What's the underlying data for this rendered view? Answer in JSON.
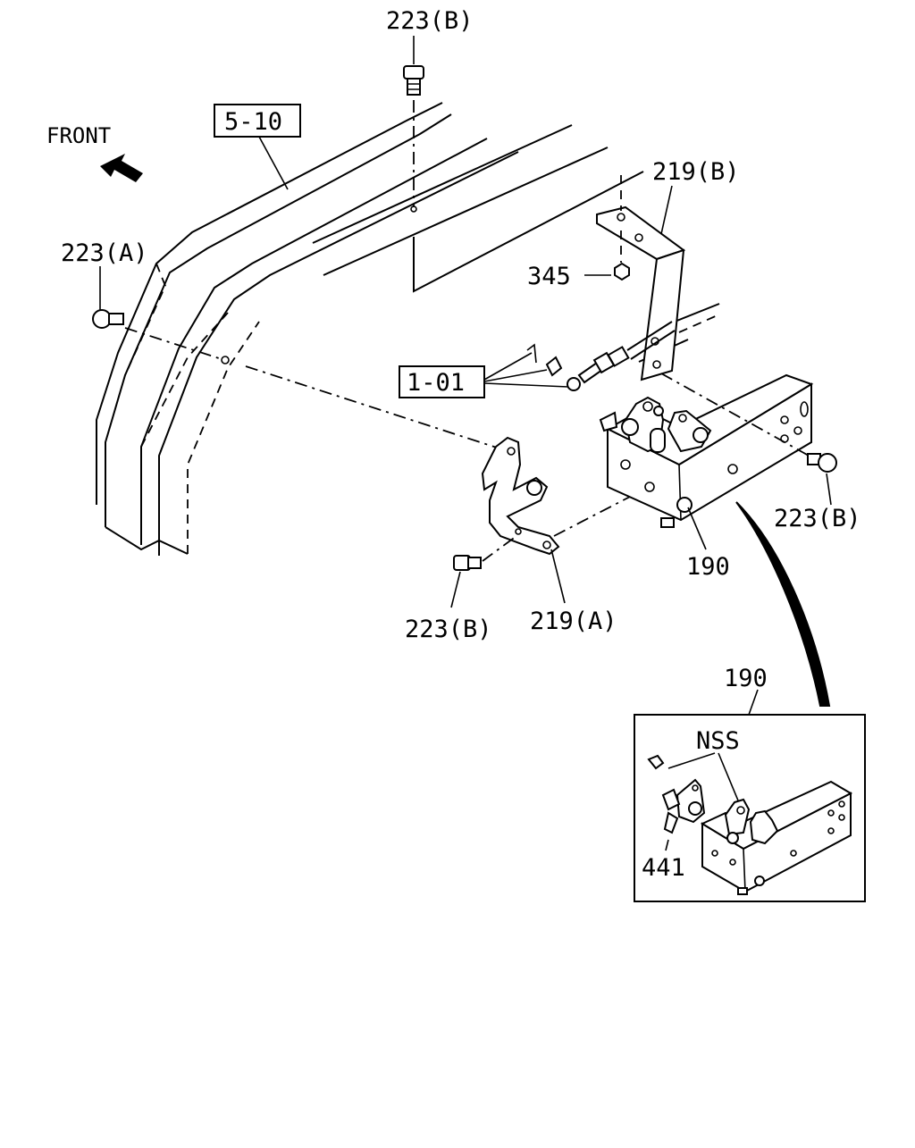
{
  "labels": {
    "front": "FRONT",
    "ref_5_10": "5-10",
    "ref_1_01": "1-01",
    "bolt_top": "223(B)",
    "bolt_left": "223(A)",
    "bracket_b": "219(B)",
    "nut": "345",
    "bolt_right": "223(B)",
    "bolt_bottom": "223(B)",
    "bracket_a": "219(A)",
    "assembly": "190",
    "detail_title": "190",
    "detail_nss": "NSS",
    "detail_lever": "441"
  }
}
